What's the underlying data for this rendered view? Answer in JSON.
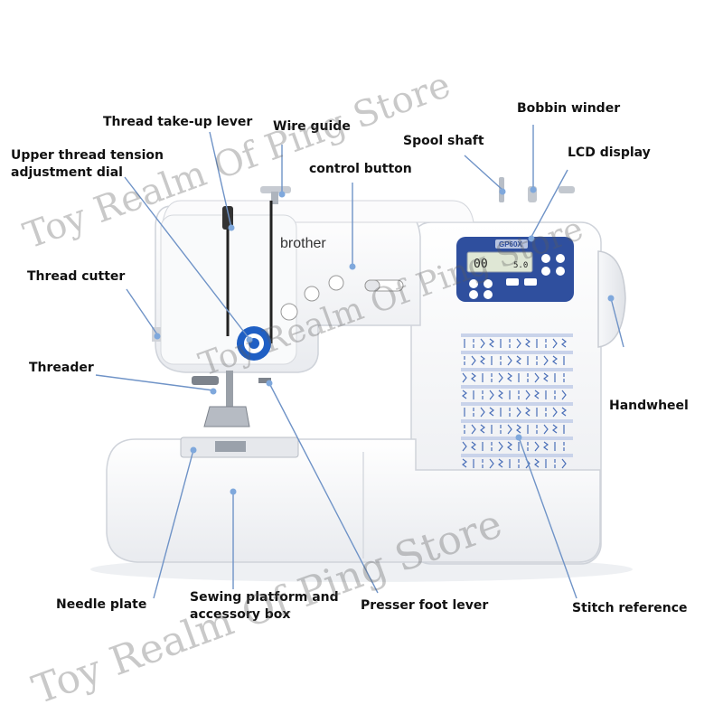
{
  "labels": {
    "thread_takeup_lever": "Thread take-up lever",
    "wire_guide": "Wire guide",
    "bobbin_winder": "Bobbin winder",
    "spool_shaft": "Spool shaft",
    "lcd_display": "LCD display",
    "upper_thread_tension_line1": "Upper thread tension",
    "upper_thread_tension_line2": "adjustment dial",
    "control_button": "control button",
    "thread_cutter": "Thread cutter",
    "threader": "Threader",
    "handwheel": "Handwheel",
    "needle_plate": "Needle plate",
    "sewing_platform_line1": "Sewing platform and",
    "sewing_platform_line2": "accessory box",
    "presser_foot_lever": "Presser foot lever",
    "stitch_reference": "Stitch reference"
  },
  "machine": {
    "brand": "brother",
    "model": "GP60X",
    "lcd_text": "00",
    "lcd_small": "5.0"
  },
  "watermark": "Toy Realm Of Ping Store",
  "colors": {
    "leader_line": "#6f93c7",
    "body": "#f4f5f7",
    "panel_blue": "#2f4f9e",
    "dial_blue": "#1f5fc4"
  }
}
